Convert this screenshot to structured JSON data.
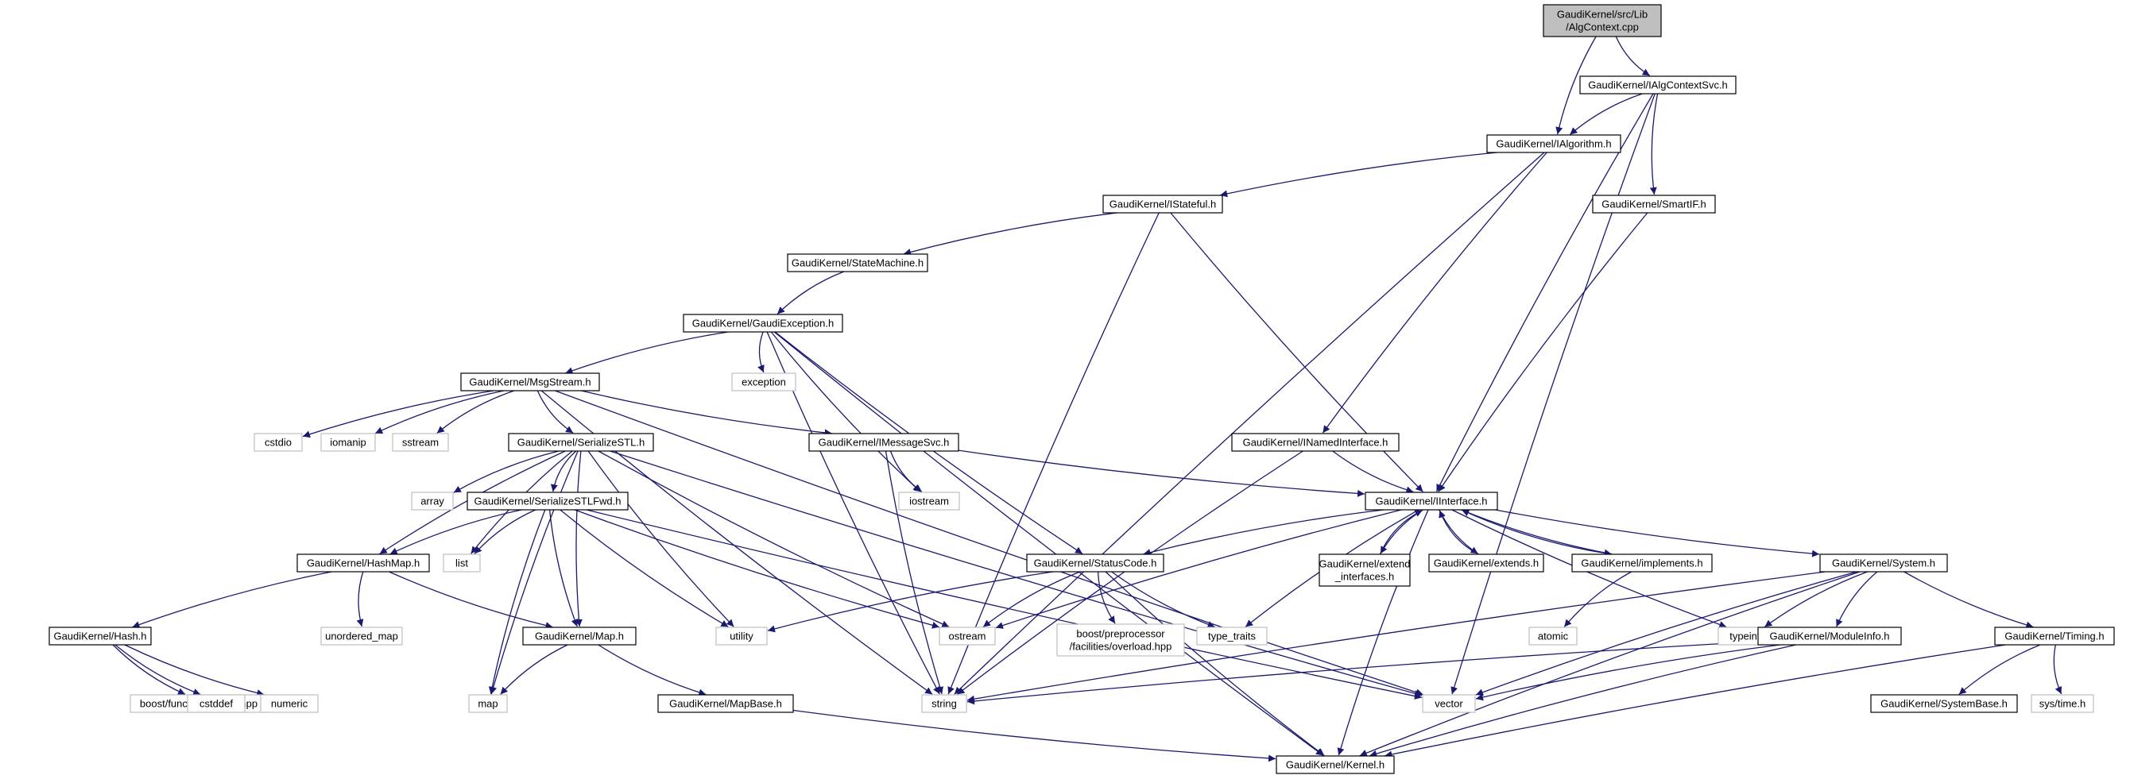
{
  "colors": {
    "edge": "#191970",
    "node_border": "#000000",
    "external_border": "#bfbfbf",
    "root_fill": "#bfbfbf",
    "node_fill": "#ffffff"
  },
  "nodes": [
    {
      "id": "root",
      "lines": [
        "GaudiKernel/src/Lib",
        "/AlgContext.cpp"
      ],
      "kind": "root"
    },
    {
      "id": "IAlgContextSvc",
      "lines": [
        "GaudiKernel/IAlgContextSvc.h"
      ],
      "kind": "header"
    },
    {
      "id": "IAlgorithm",
      "lines": [
        "GaudiKernel/IAlgorithm.h"
      ],
      "kind": "header"
    },
    {
      "id": "IStateful",
      "lines": [
        "GaudiKernel/IStateful.h"
      ],
      "kind": "header"
    },
    {
      "id": "SmartIF",
      "lines": [
        "GaudiKernel/SmartIF.h"
      ],
      "kind": "header"
    },
    {
      "id": "StateMachine",
      "lines": [
        "GaudiKernel/StateMachine.h"
      ],
      "kind": "header"
    },
    {
      "id": "GaudiException",
      "lines": [
        "GaudiKernel/GaudiException.h"
      ],
      "kind": "header"
    },
    {
      "id": "MsgStream",
      "lines": [
        "GaudiKernel/MsgStream.h"
      ],
      "kind": "header"
    },
    {
      "id": "exception",
      "lines": [
        "exception"
      ],
      "kind": "system"
    },
    {
      "id": "cstdio",
      "lines": [
        "cstdio"
      ],
      "kind": "system"
    },
    {
      "id": "iomanip",
      "lines": [
        "iomanip"
      ],
      "kind": "system"
    },
    {
      "id": "sstream",
      "lines": [
        "sstream"
      ],
      "kind": "system"
    },
    {
      "id": "SerializeSTL",
      "lines": [
        "GaudiKernel/SerializeSTL.h"
      ],
      "kind": "header"
    },
    {
      "id": "IMessageSvc",
      "lines": [
        "GaudiKernel/IMessageSvc.h"
      ],
      "kind": "header"
    },
    {
      "id": "INamedInterface",
      "lines": [
        "GaudiKernel/INamedInterface.h"
      ],
      "kind": "header"
    },
    {
      "id": "array",
      "lines": [
        "array"
      ],
      "kind": "system"
    },
    {
      "id": "SerializeSTLFwd",
      "lines": [
        "GaudiKernel/SerializeSTLFwd.h"
      ],
      "kind": "header"
    },
    {
      "id": "iostream",
      "lines": [
        "iostream"
      ],
      "kind": "system"
    },
    {
      "id": "IInterface",
      "lines": [
        "GaudiKernel/IInterface.h"
      ],
      "kind": "header"
    },
    {
      "id": "HashMap",
      "lines": [
        "GaudiKernel/HashMap.h"
      ],
      "kind": "header"
    },
    {
      "id": "list",
      "lines": [
        "list"
      ],
      "kind": "system"
    },
    {
      "id": "StatusCode",
      "lines": [
        "GaudiKernel/StatusCode.h"
      ],
      "kind": "header"
    },
    {
      "id": "extend_interfaces",
      "lines": [
        "GaudiKernel/extend",
        "_interfaces.h"
      ],
      "kind": "header"
    },
    {
      "id": "extends",
      "lines": [
        "GaudiKernel/extends.h"
      ],
      "kind": "header"
    },
    {
      "id": "implements",
      "lines": [
        "GaudiKernel/implements.h"
      ],
      "kind": "header"
    },
    {
      "id": "System",
      "lines": [
        "GaudiKernel/System.h"
      ],
      "kind": "header"
    },
    {
      "id": "Hash",
      "lines": [
        "GaudiKernel/Hash.h"
      ],
      "kind": "header"
    },
    {
      "id": "unordered_map",
      "lines": [
        "unordered_map"
      ],
      "kind": "system"
    },
    {
      "id": "Map",
      "lines": [
        "GaudiKernel/Map.h"
      ],
      "kind": "header"
    },
    {
      "id": "utility",
      "lines": [
        "utility"
      ],
      "kind": "system"
    },
    {
      "id": "ostream",
      "lines": [
        "ostream"
      ],
      "kind": "system"
    },
    {
      "id": "boost_overload",
      "lines": [
        "boost/preprocessor",
        "/facilities/overload.hpp"
      ],
      "kind": "system"
    },
    {
      "id": "type_traits",
      "lines": [
        "type_traits"
      ],
      "kind": "system"
    },
    {
      "id": "atomic",
      "lines": [
        "atomic"
      ],
      "kind": "system"
    },
    {
      "id": "typeinfo",
      "lines": [
        "typeinfo"
      ],
      "kind": "system"
    },
    {
      "id": "ModuleInfo",
      "lines": [
        "GaudiKernel/ModuleInfo.h"
      ],
      "kind": "header"
    },
    {
      "id": "Timing",
      "lines": [
        "GaudiKernel/Timing.h"
      ],
      "kind": "header"
    },
    {
      "id": "boost_hash",
      "lines": [
        "boost/functional/hash.hpp"
      ],
      "kind": "system"
    },
    {
      "id": "cstddef",
      "lines": [
        "cstddef"
      ],
      "kind": "system"
    },
    {
      "id": "numeric",
      "lines": [
        "numeric"
      ],
      "kind": "system"
    },
    {
      "id": "map",
      "lines": [
        "map"
      ],
      "kind": "system"
    },
    {
      "id": "MapBase",
      "lines": [
        "GaudiKernel/MapBase.h"
      ],
      "kind": "header"
    },
    {
      "id": "string",
      "lines": [
        "string"
      ],
      "kind": "system"
    },
    {
      "id": "vector",
      "lines": [
        "vector"
      ],
      "kind": "system"
    },
    {
      "id": "SystemBase",
      "lines": [
        "GaudiKernel/SystemBase.h"
      ],
      "kind": "header"
    },
    {
      "id": "systime",
      "lines": [
        "sys/time.h"
      ],
      "kind": "system"
    },
    {
      "id": "Kernel",
      "lines": [
        "GaudiKernel/Kernel.h"
      ],
      "kind": "header"
    }
  ],
  "edges": [
    [
      "root",
      "IAlgContextSvc"
    ],
    [
      "root",
      "IAlgorithm"
    ],
    [
      "IAlgContextSvc",
      "IAlgorithm"
    ],
    [
      "IAlgContextSvc",
      "SmartIF"
    ],
    [
      "IAlgContextSvc",
      "IInterface"
    ],
    [
      "IAlgContextSvc",
      "vector"
    ],
    [
      "IAlgorithm",
      "IStateful"
    ],
    [
      "IAlgorithm",
      "INamedInterface"
    ],
    [
      "IAlgorithm",
      "string"
    ],
    [
      "IStateful",
      "StateMachine"
    ],
    [
      "IStateful",
      "IInterface"
    ],
    [
      "IStateful",
      "string"
    ],
    [
      "SmartIF",
      "IInterface"
    ],
    [
      "StateMachine",
      "GaudiException"
    ],
    [
      "GaudiException",
      "MsgStream"
    ],
    [
      "GaudiException",
      "exception"
    ],
    [
      "GaudiException",
      "iostream"
    ],
    [
      "GaudiException",
      "StatusCode"
    ],
    [
      "GaudiException",
      "string"
    ],
    [
      "GaudiException",
      "Kernel"
    ],
    [
      "MsgStream",
      "cstdio"
    ],
    [
      "MsgStream",
      "iomanip"
    ],
    [
      "MsgStream",
      "sstream"
    ],
    [
      "MsgStream",
      "SerializeSTL"
    ],
    [
      "MsgStream",
      "IMessageSvc"
    ],
    [
      "MsgStream",
      "string"
    ],
    [
      "MsgStream",
      "vector"
    ],
    [
      "SerializeSTL",
      "array"
    ],
    [
      "SerializeSTL",
      "SerializeSTLFwd"
    ],
    [
      "SerializeSTL",
      "HashMap"
    ],
    [
      "SerializeSTL",
      "list"
    ],
    [
      "SerializeSTL",
      "Map"
    ],
    [
      "SerializeSTL",
      "utility"
    ],
    [
      "SerializeSTL",
      "ostream"
    ],
    [
      "SerializeSTL",
      "vector"
    ],
    [
      "SerializeSTL",
      "map"
    ],
    [
      "SerializeSTLFwd",
      "HashMap"
    ],
    [
      "SerializeSTLFwd",
      "list"
    ],
    [
      "SerializeSTLFwd",
      "Map"
    ],
    [
      "SerializeSTLFwd",
      "utility"
    ],
    [
      "SerializeSTLFwd",
      "ostream"
    ],
    [
      "SerializeSTLFwd",
      "map"
    ],
    [
      "SerializeSTLFwd",
      "vector"
    ],
    [
      "IMessageSvc",
      "iostream"
    ],
    [
      "IMessageSvc",
      "IInterface"
    ],
    [
      "IMessageSvc",
      "string"
    ],
    [
      "INamedInterface",
      "IInterface"
    ],
    [
      "INamedInterface",
      "string"
    ],
    [
      "IInterface",
      "StatusCode"
    ],
    [
      "IInterface",
      "extend_interfaces"
    ],
    [
      "IInterface",
      "extends"
    ],
    [
      "IInterface",
      "implements"
    ],
    [
      "IInterface",
      "System"
    ],
    [
      "IInterface",
      "ostream"
    ],
    [
      "IInterface",
      "type_traits"
    ],
    [
      "IInterface",
      "typeinfo"
    ],
    [
      "IInterface",
      "Kernel"
    ],
    [
      "extend_interfaces",
      "IInterface"
    ],
    [
      "extends",
      "IInterface"
    ],
    [
      "implements",
      "IInterface"
    ],
    [
      "implements",
      "atomic"
    ],
    [
      "HashMap",
      "Hash"
    ],
    [
      "HashMap",
      "unordered_map"
    ],
    [
      "HashMap",
      "Map"
    ],
    [
      "Hash",
      "boost_hash"
    ],
    [
      "Hash",
      "cstddef"
    ],
    [
      "Hash",
      "numeric"
    ],
    [
      "Map",
      "map"
    ],
    [
      "Map",
      "MapBase"
    ],
    [
      "MapBase",
      "Kernel"
    ],
    [
      "StatusCode",
      "utility"
    ],
    [
      "StatusCode",
      "ostream"
    ],
    [
      "StatusCode",
      "boost_overload"
    ],
    [
      "StatusCode",
      "type_traits"
    ],
    [
      "StatusCode",
      "Kernel"
    ],
    [
      "System",
      "ModuleInfo"
    ],
    [
      "System",
      "Timing"
    ],
    [
      "System",
      "typeinfo"
    ],
    [
      "System",
      "string"
    ],
    [
      "System",
      "vector"
    ],
    [
      "System",
      "Kernel"
    ],
    [
      "ModuleInfo",
      "string"
    ],
    [
      "ModuleInfo",
      "vector"
    ],
    [
      "ModuleInfo",
      "Kernel"
    ],
    [
      "Timing",
      "SystemBase"
    ],
    [
      "Timing",
      "systime"
    ],
    [
      "Timing",
      "Kernel"
    ]
  ]
}
